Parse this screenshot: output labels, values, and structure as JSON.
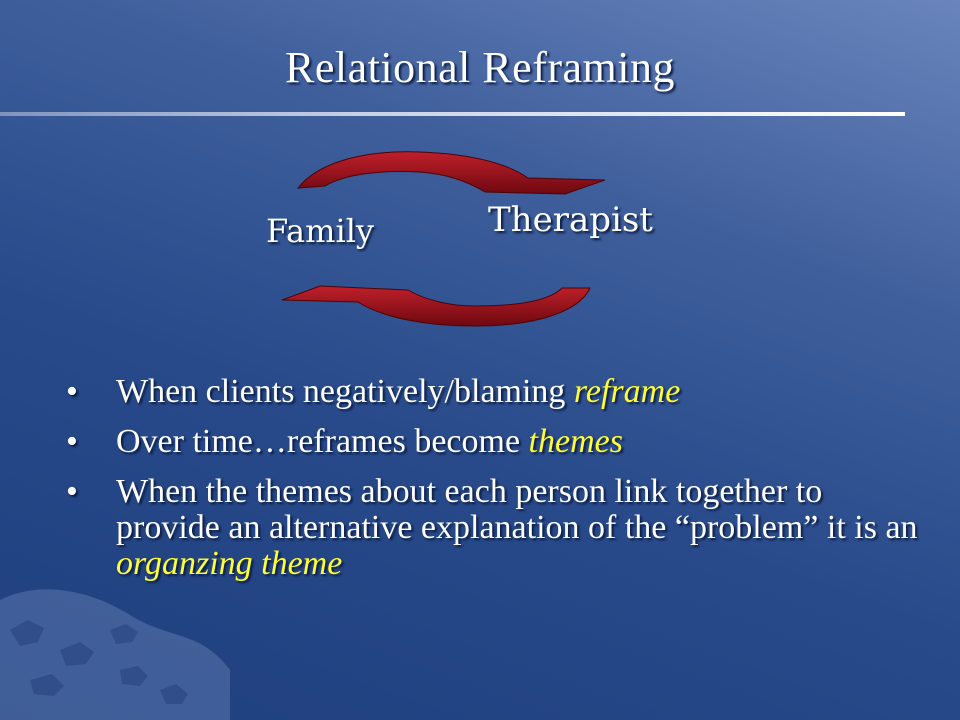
{
  "slide": {
    "title": "Relational Reframing",
    "cycle": {
      "left_label": "Family",
      "right_label": "Therapist",
      "arrow_color": "#8b0a14"
    },
    "bullets": [
      {
        "marker": "•",
        "text": "When clients negatively/blaming ",
        "emphasis": "reframe"
      },
      {
        "marker": "•",
        "text": "Over time…reframes become ",
        "emphasis": "themes"
      },
      {
        "marker": "•",
        "text": "When the themes about each person link together to provide an alternative explanation of the “problem” it is an ",
        "emphasis": "organzing theme"
      }
    ],
    "colors": {
      "emphasis": "#ffff33",
      "text": "#ffffff"
    }
  }
}
